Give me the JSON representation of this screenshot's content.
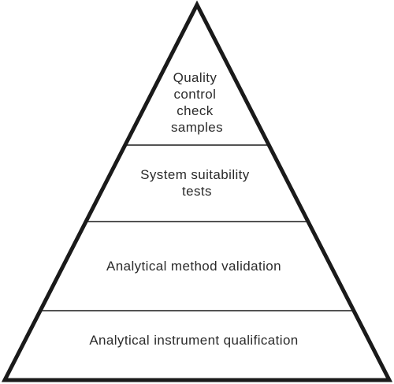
{
  "diagram": {
    "type": "pyramid",
    "levels": [
      {
        "lines": [
          "Quality",
          "control",
          "check",
          "samples"
        ]
      },
      {
        "lines": [
          "System suitability",
          "tests"
        ]
      },
      {
        "lines": [
          "Analytical method validation"
        ]
      },
      {
        "lines": [
          "Analytical instrument qualification"
        ]
      }
    ]
  }
}
